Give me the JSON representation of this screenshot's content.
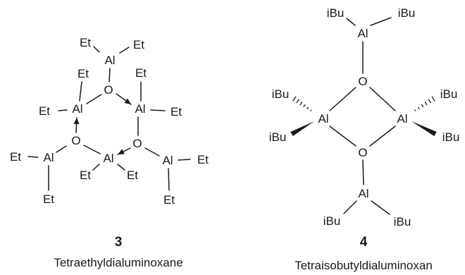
{
  "compounds": [
    {
      "number": "3",
      "name": "Tetraethyldialuminoxane",
      "atom_labels": {
        "aluminum": "Al",
        "oxygen": "O",
        "ethyl": "Et"
      }
    },
    {
      "number": "4",
      "name": "Tetraisobutyldialuminoxan",
      "atom_labels": {
        "aluminum": "Al",
        "oxygen": "O",
        "isobutyl": "iBu"
      }
    }
  ]
}
